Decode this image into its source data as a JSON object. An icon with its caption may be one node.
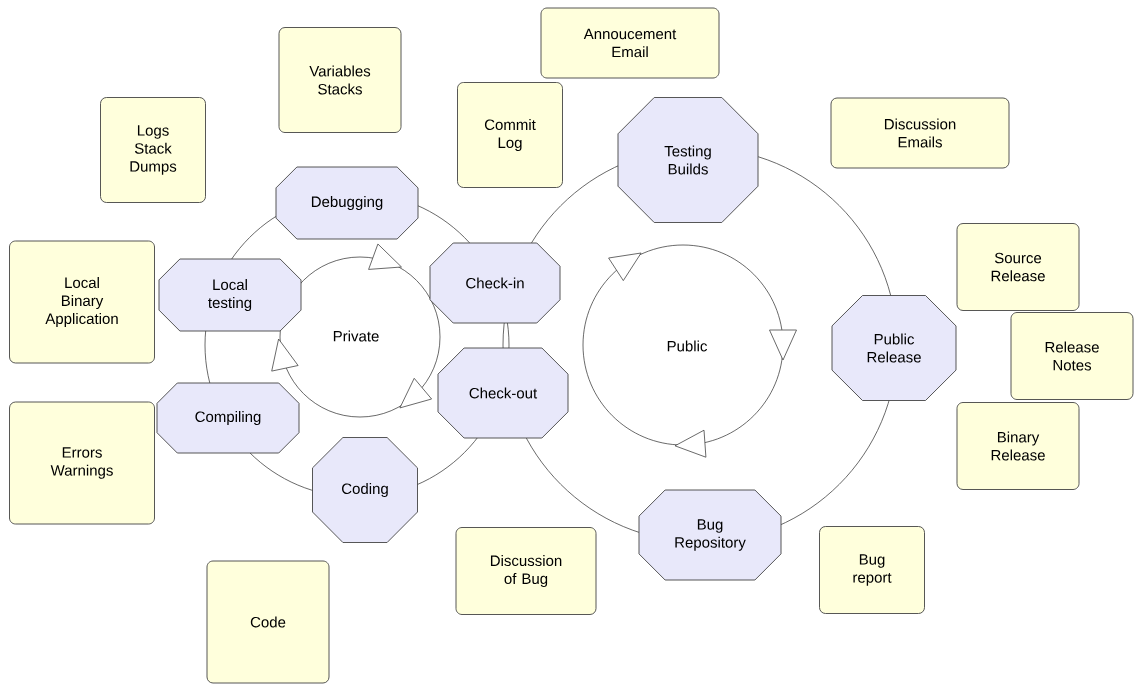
{
  "diagram": {
    "nodes": [
      {
        "text": [
          "Logs Stack Dumps"
        ]
      },
      {
        "text": [
          "Variables Stacks"
        ]
      },
      {
        "text": [
          "Annoucement Email"
        ]
      },
      {
        "text": [
          "Commit Log"
        ]
      },
      {
        "text": [
          "Discussion Emails"
        ]
      },
      {
        "text": [
          "Local Binary Application"
        ]
      },
      {
        "text": [
          "Errors Warnings"
        ]
      },
      {
        "text": [
          "Source Release"
        ]
      },
      {
        "text": [
          "Release Notes"
        ]
      },
      {
        "text": [
          "Binary Release"
        ]
      },
      {
        "text": [
          "Discussion of Bug"
        ]
      },
      {
        "text": [
          "Bug report"
        ]
      },
      {
        "text": [
          "Code"
        ]
      },
      {
        "text": [
          "Debugging"
        ]
      },
      {
        "text": [
          "Local testing"
        ]
      },
      {
        "text": [
          "Compiling"
        ]
      },
      {
        "text": [
          "Coding"
        ]
      },
      {
        "text": [
          "Check-in"
        ]
      },
      {
        "text": [
          "Check-out"
        ]
      },
      {
        "text": [
          "Testing Builds"
        ]
      },
      {
        "text": [
          "Public Release"
        ]
      },
      {
        "text": [
          "Bug Repository"
        ]
      }
    ],
    "labels": [
      "Private",
      "Public"
    ]
  }
}
